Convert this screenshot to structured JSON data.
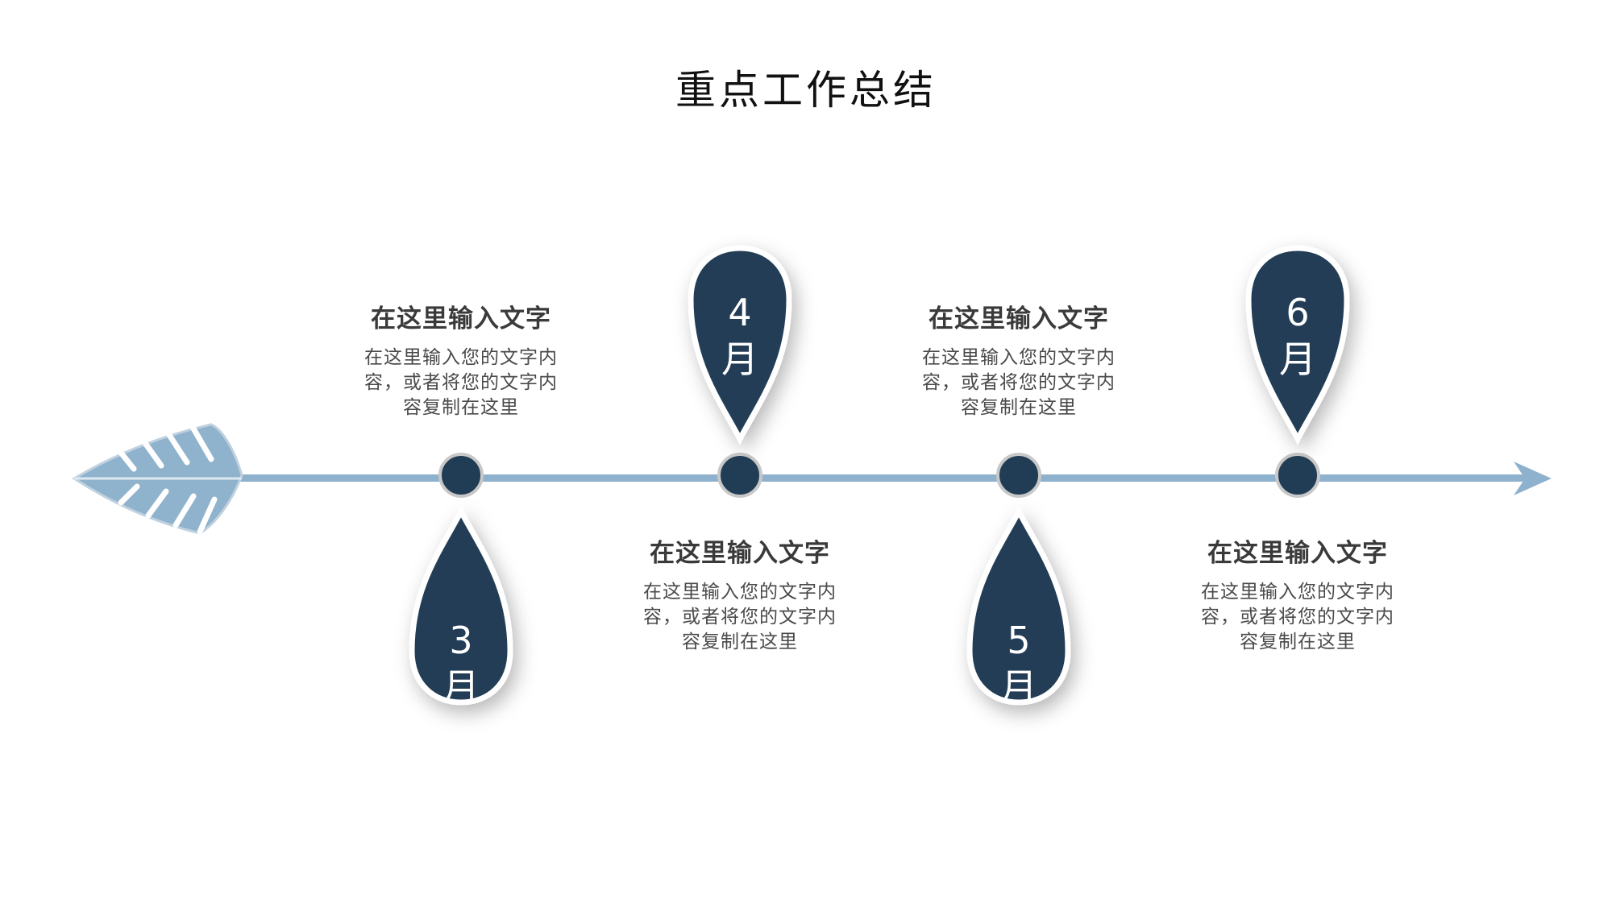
{
  "title": "重点工作总结",
  "colors": {
    "navy": "#213d55",
    "arrow": "#8eb1cd",
    "leaf": "#8fb2cd",
    "text_title": "#3a3a3a",
    "text_body": "#4a4a4a"
  },
  "milestones": [
    {
      "number": "3",
      "unit": "月",
      "heading": "在这里输入文字",
      "body": "在这里输入您的文字内容，或者将您的文字内容复制在这里"
    },
    {
      "number": "4",
      "unit": "月",
      "heading": "在这里输入文字",
      "body": "在这里输入您的文字内容，或者将您的文字内容复制在这里"
    },
    {
      "number": "5",
      "unit": "月",
      "heading": "在这里输入文字",
      "body": "在这里输入您的文字内容，或者将您的文字内容复制在这里"
    },
    {
      "number": "6",
      "unit": "月",
      "heading": "在这里输入文字",
      "body": "在这里输入您的文字内容，或者将您的文字内容复制在这里"
    }
  ],
  "icons": [
    "leaf-icon",
    "arrowhead-icon",
    "timeline-dot-icon",
    "drop-pin-icon"
  ]
}
